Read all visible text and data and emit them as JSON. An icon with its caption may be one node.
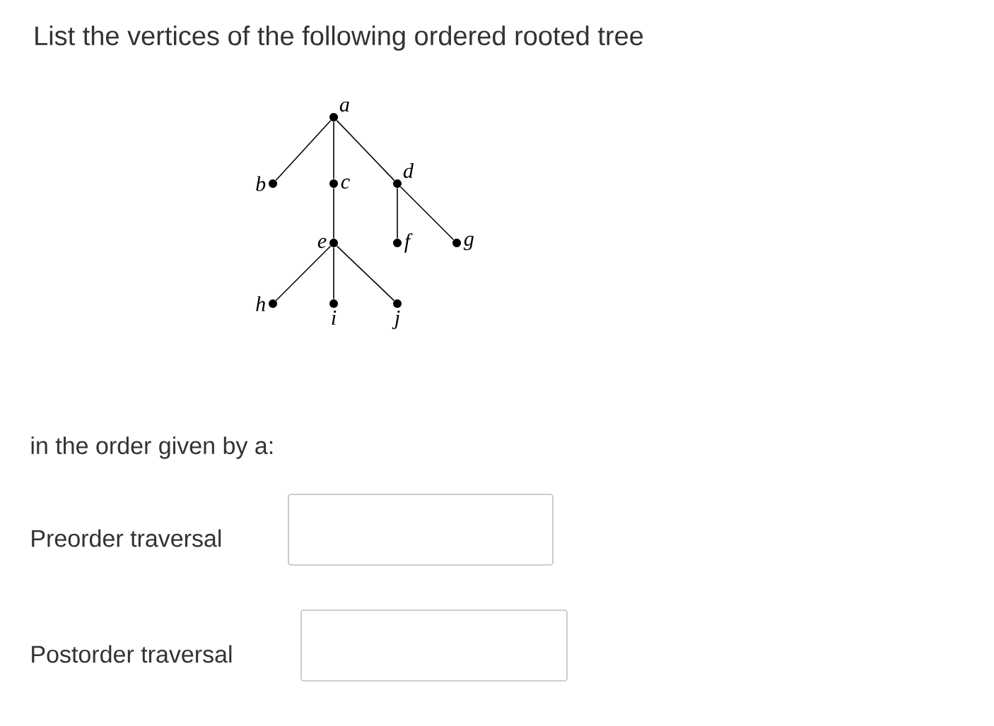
{
  "diagram": {
    "title": "List the vertices of the following ordered rooted tree",
    "nodes": [
      {
        "text": [
          "a"
        ]
      },
      {
        "text": [
          "b"
        ]
      },
      {
        "text": [
          "c"
        ]
      },
      {
        "text": [
          "d"
        ]
      },
      {
        "text": [
          "e"
        ]
      },
      {
        "text": [
          "f"
        ]
      },
      {
        "text": [
          "g"
        ]
      },
      {
        "text": [
          "h"
        ]
      },
      {
        "text": [
          "i"
        ]
      },
      {
        "text": [
          "j"
        ]
      }
    ],
    "edges": [
      {
        "from": 0,
        "to": 1,
        "arrow": "none"
      },
      {
        "from": 0,
        "to": 2,
        "arrow": "none"
      },
      {
        "from": 0,
        "to": 3,
        "arrow": "none"
      },
      {
        "from": 2,
        "to": 4,
        "arrow": "none"
      },
      {
        "from": 3,
        "to": 5,
        "arrow": "none"
      },
      {
        "from": 3,
        "to": 6,
        "arrow": "none"
      },
      {
        "from": 4,
        "to": 7,
        "arrow": "none"
      },
      {
        "from": 4,
        "to": 8,
        "arrow": "none"
      },
      {
        "from": 4,
        "to": 9,
        "arrow": "none"
      }
    ],
    "labels": [
      "in the order given by a:",
      "Preorder traversal",
      "Postorder traversal"
    ]
  }
}
